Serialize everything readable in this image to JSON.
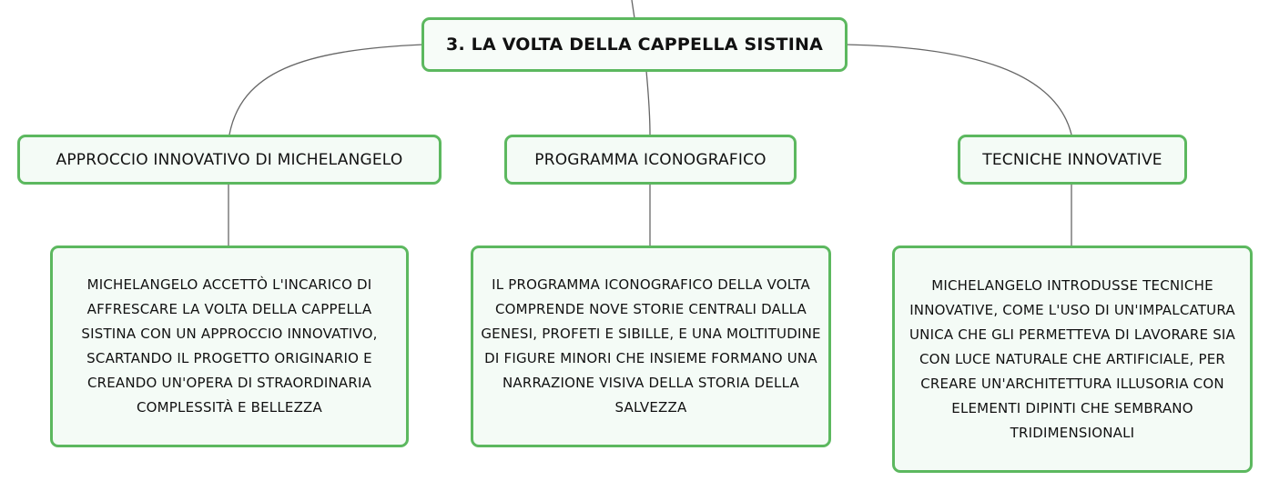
{
  "root": {
    "label": "3. LA VOLTA DELLA CAPPELLA SISTINA"
  },
  "topics": [
    {
      "label": "APPROCCIO INNOVATIVO DI MICHELANGELO",
      "detail": "MICHELANGELO ACCETTÒ L'INCARICO DI AFFRESCARE LA VOLTA DELLA CAPPELLA SISTINA CON UN APPROCCIO INNOVATIVO, SCARTANDO IL PROGETTO ORIGINARIO E CREANDO UN'OPERA DI STRAORDINARIA COMPLESSITÀ E BELLEZZA"
    },
    {
      "label": "PROGRAMMA ICONOGRAFICO",
      "detail": "IL PROGRAMMA ICONOGRAFICO DELLA VOLTA COMPRENDE NOVE STORIE CENTRALI DALLA GENESI, PROFETI E SIBILLE, E UNA MOLTITUDINE DI FIGURE MINORI CHE INSIEME FORMANO UNA NARRAZIONE VISIVA DELLA STORIA DELLA SALVEZZA"
    },
    {
      "label": "TECNICHE INNOVATIVE",
      "detail": "MICHELANGELO INTRODUSSE TECNICHE INNOVATIVE, COME L'USO DI UN'IMPALCATURA UNICA CHE GLI PERMETTEVA DI LAVORARE SIA CON LUCE NATURALE CHE ARTIFICIALE, PER CREARE UN'ARCHITETTURA ILLUSORIA CON ELEMENTI DIPINTI CHE SEMBRANO TRIDIMENSIONALI"
    }
  ],
  "colors": {
    "border": "#5cb85f",
    "fill": "#f4fbf6",
    "connector": "#666666"
  }
}
